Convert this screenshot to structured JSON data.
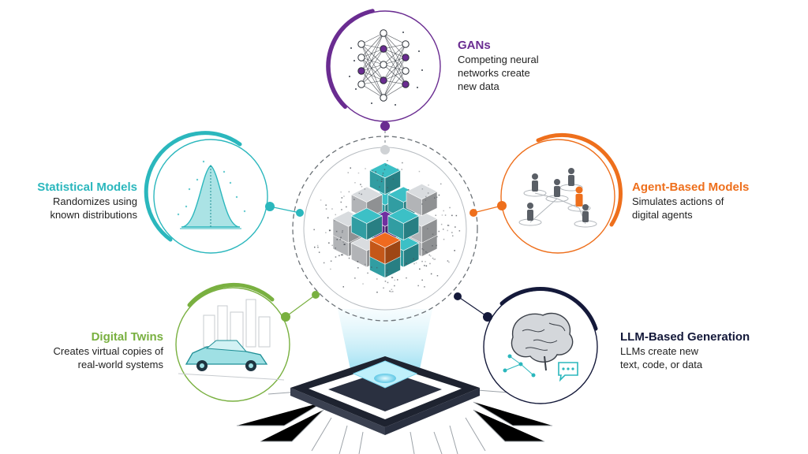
{
  "colors": {
    "gans": "#6a2c91",
    "agent": "#ee6f1c",
    "llm": "#14193a",
    "statistical": "#2bb7bd",
    "twins": "#79b040",
    "hub": "#9aa1a8",
    "cube_teal": "#3cc0c6",
    "cube_purple": "#6f30a0",
    "cube_orange": "#ef6a1f",
    "cube_grey": "#d9dcdf"
  },
  "nodes": {
    "gans": {
      "title": "GANs",
      "description": "Competing neural networks create new data"
    },
    "agent_based": {
      "title": "Agent-Based Models",
      "description": "Simulates actions of digital agents"
    },
    "llm": {
      "title": "LLM-Based Generation",
      "description": "LLMs create new text, code, or data"
    },
    "statistical": {
      "title": "Statistical Models",
      "description": "Randomizes using known distributions"
    },
    "digital_twins": {
      "title": "Digital Twins",
      "description": "Creates virtual copies of real-world systems"
    }
  }
}
